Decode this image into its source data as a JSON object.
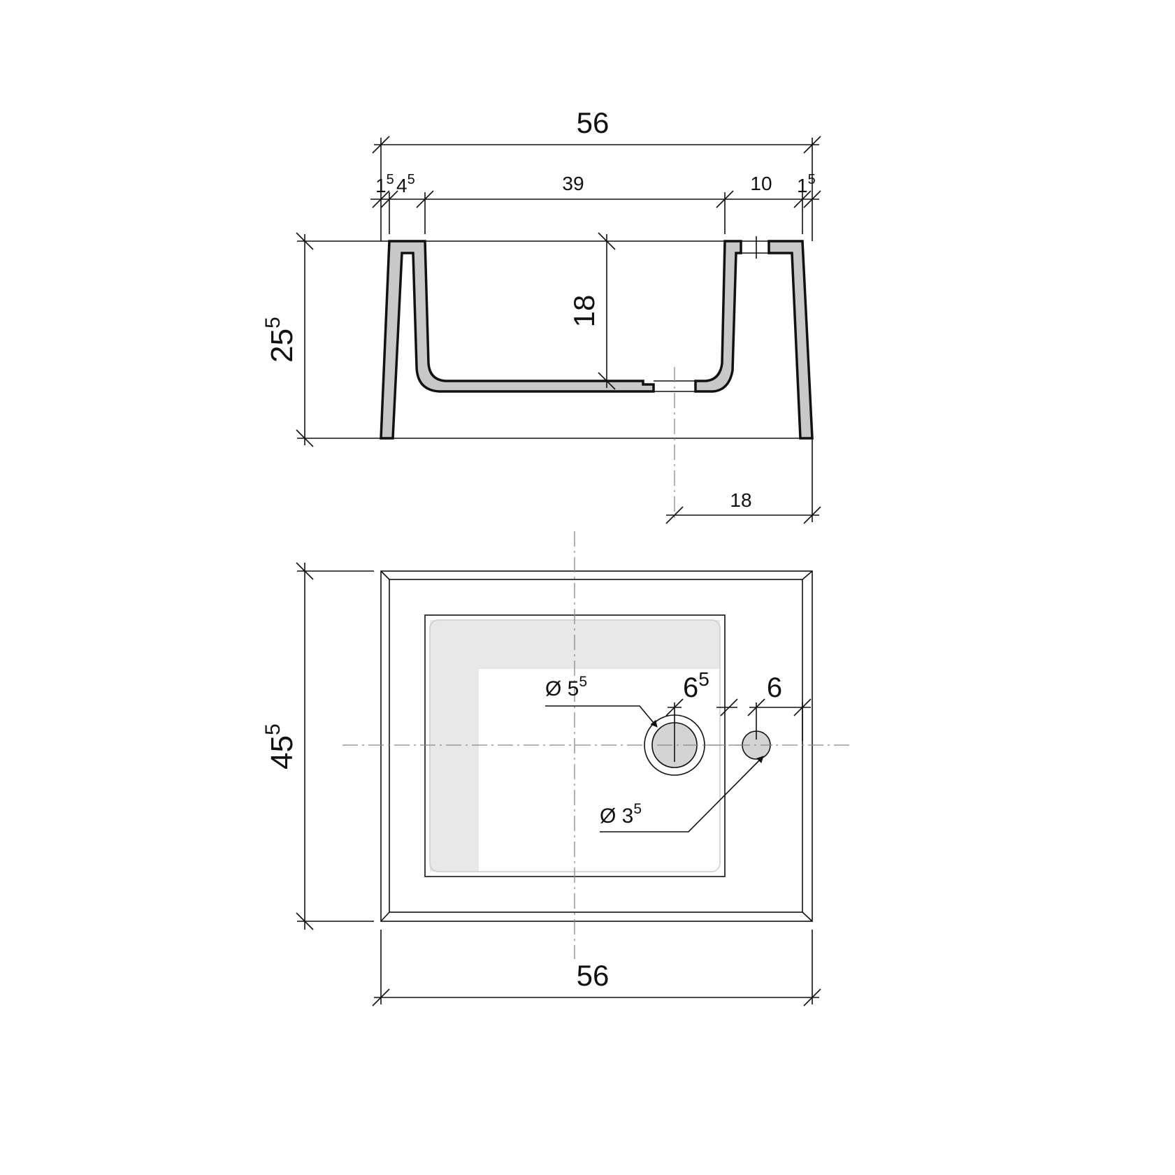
{
  "section_view": {
    "overall_width": {
      "main": "56",
      "sup": ""
    },
    "rim_left": {
      "main": "1",
      "sup": "5"
    },
    "wall_left": {
      "main": "4",
      "sup": "5"
    },
    "bowl_width": {
      "main": "39",
      "sup": ""
    },
    "deck_right": {
      "main": "10",
      "sup": ""
    },
    "rim_right": {
      "main": "1",
      "sup": "5"
    },
    "height": {
      "main": "25",
      "sup": "5"
    },
    "bowl_depth": {
      "main": "18",
      "sup": ""
    },
    "drain_offset": {
      "main": "18",
      "sup": ""
    }
  },
  "plan_view": {
    "depth": {
      "main": "45",
      "sup": "5"
    },
    "width": {
      "main": "56",
      "sup": ""
    },
    "drain_diameter": {
      "prefix": "Ø ",
      "main": "5",
      "sup": "5"
    },
    "drain_to_tap": {
      "main": "6",
      "sup": "5"
    },
    "tap_to_edge": {
      "main": "6",
      "sup": ""
    },
    "tap_diameter": {
      "prefix": "Ø ",
      "main": "3",
      "sup": "5"
    }
  },
  "colors": {
    "section_fill": "#c8c8c8",
    "basin_shade": "#e8e8e8",
    "hole_fill": "#d4d4d4"
  }
}
